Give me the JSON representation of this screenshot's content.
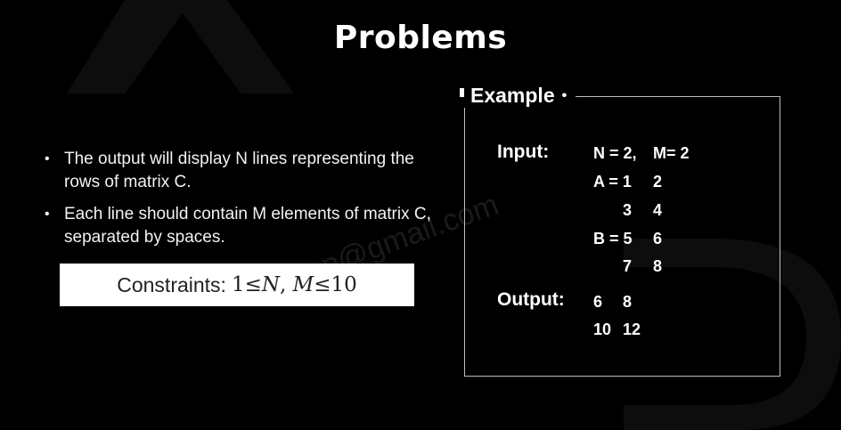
{
  "title": "Problems",
  "bullets": [
    "The output will display N lines representing the rows of matrix C.",
    "Each line should contain M elements of matrix C, separated by spaces."
  ],
  "constraints": {
    "label": "Constraints:",
    "lower": "1",
    "var1": "N",
    "sep": ",",
    "var2": "M",
    "upper": "10"
  },
  "example": {
    "heading": "Example",
    "input_label": "Input:",
    "output_label": "Output:",
    "nm_line": {
      "n": "N = 2,",
      "m": "M= 2"
    },
    "a_label": "A = 1",
    "a_row1_rest": "2",
    "a_row2": [
      "3",
      "4"
    ],
    "b_label": "B = 5",
    "b_row1_rest": "6",
    "b_row2": [
      "7",
      "8"
    ],
    "output_rows": [
      [
        "6",
        "8"
      ],
      [
        "10",
        "12"
      ]
    ]
  },
  "watermark": "rockhop@gmail.com",
  "colors": {
    "background": "#000000",
    "text": "#ffffff",
    "box_border": "#bfbfbf",
    "constraint_bg": "#ffffff"
  }
}
